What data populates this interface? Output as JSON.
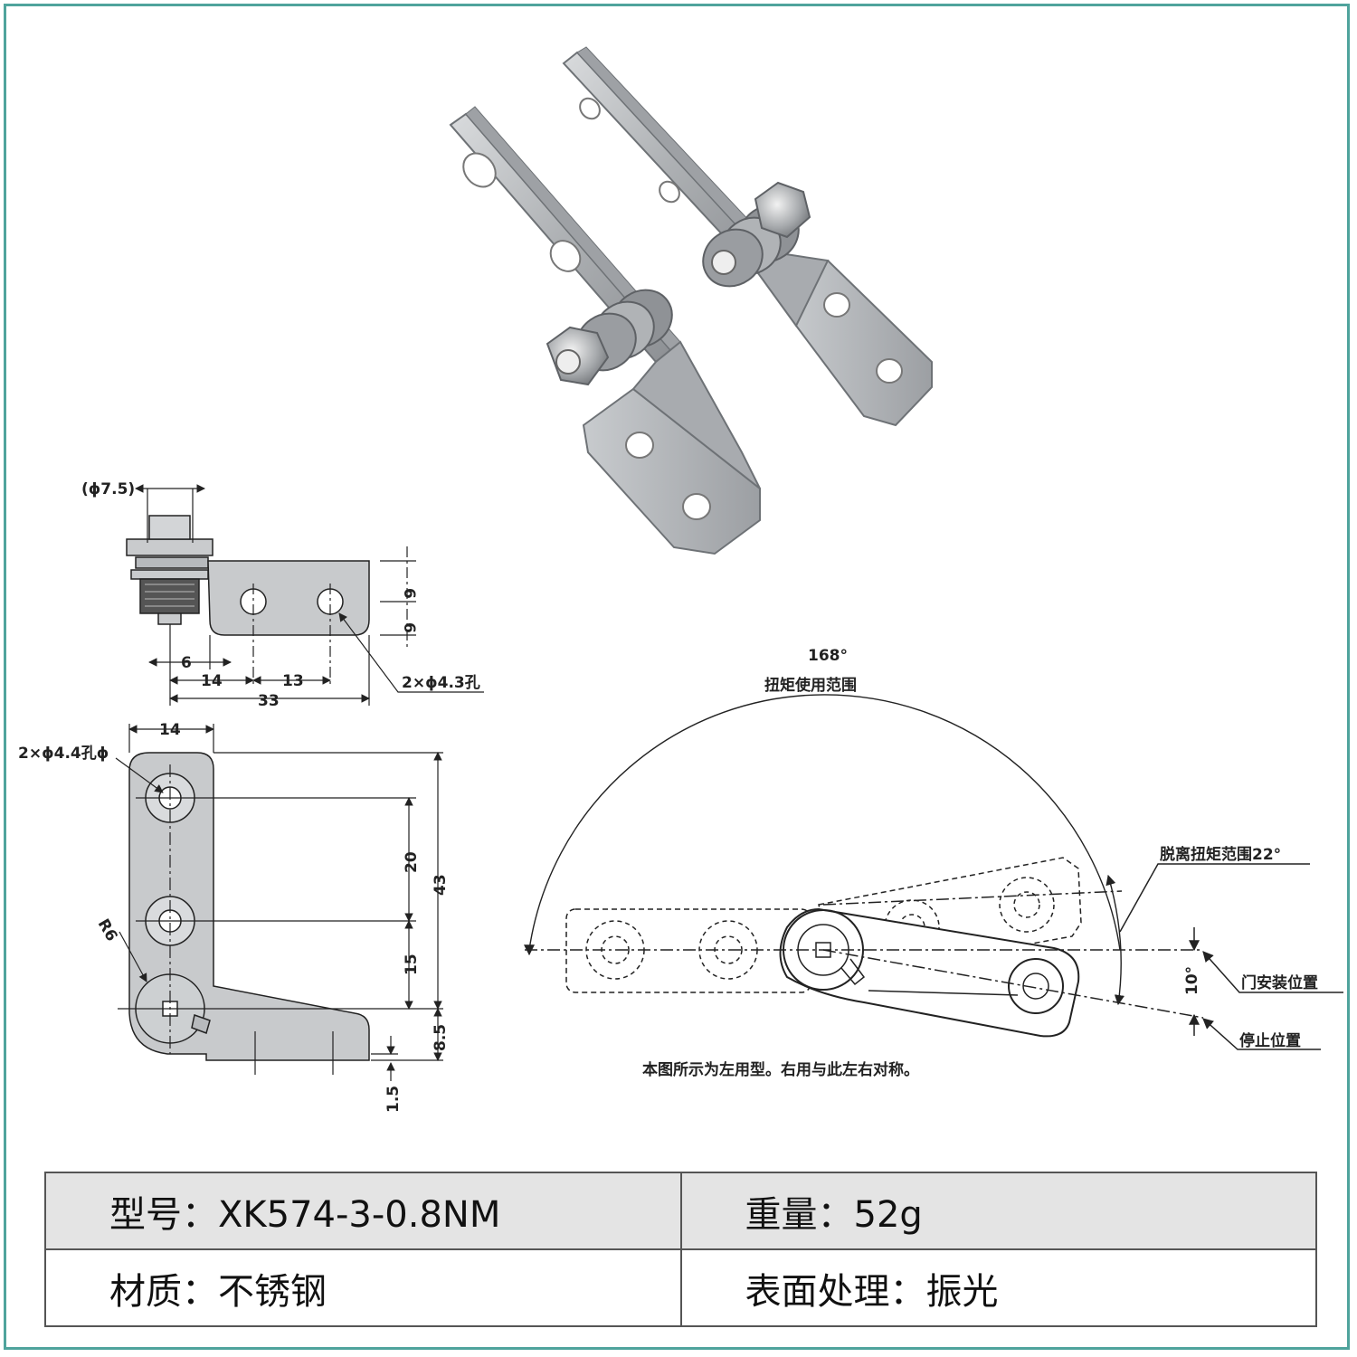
{
  "dims": {
    "phi75": "(ϕ7.5)",
    "six_a": "6",
    "six_b": "6",
    "six_c": "6",
    "fourteen_a": "14",
    "thirteen": "13",
    "thirtythree": "33",
    "hole43": "2×ϕ4.3孔",
    "fourteen_b": "14",
    "hole44": "2×ϕ4.4孔ϕ",
    "r6": "R6",
    "twenty": "20",
    "fortythree": "43",
    "fifteen": "15",
    "eightfive": "8.5",
    "onefive": "1.5"
  },
  "rotation": {
    "angle168": "168°",
    "torque_range": "扭矩使用范围",
    "release_range": "脱离扭矩范围22°",
    "ten_deg": "10°",
    "door_install": "门安装位置",
    "stop_pos": "停止位置",
    "footnote": "本图所示为左用型。右用与此左右对称。"
  },
  "specs": {
    "model": "型号：XK574-3-0.8NM",
    "weight": "重量：52g",
    "material": "材质：不锈钢",
    "finish": "表面处理：振光"
  },
  "colors": {
    "border": "#4fa39c",
    "steel": "#b9bcbf",
    "shade": "#e4e4e4"
  }
}
